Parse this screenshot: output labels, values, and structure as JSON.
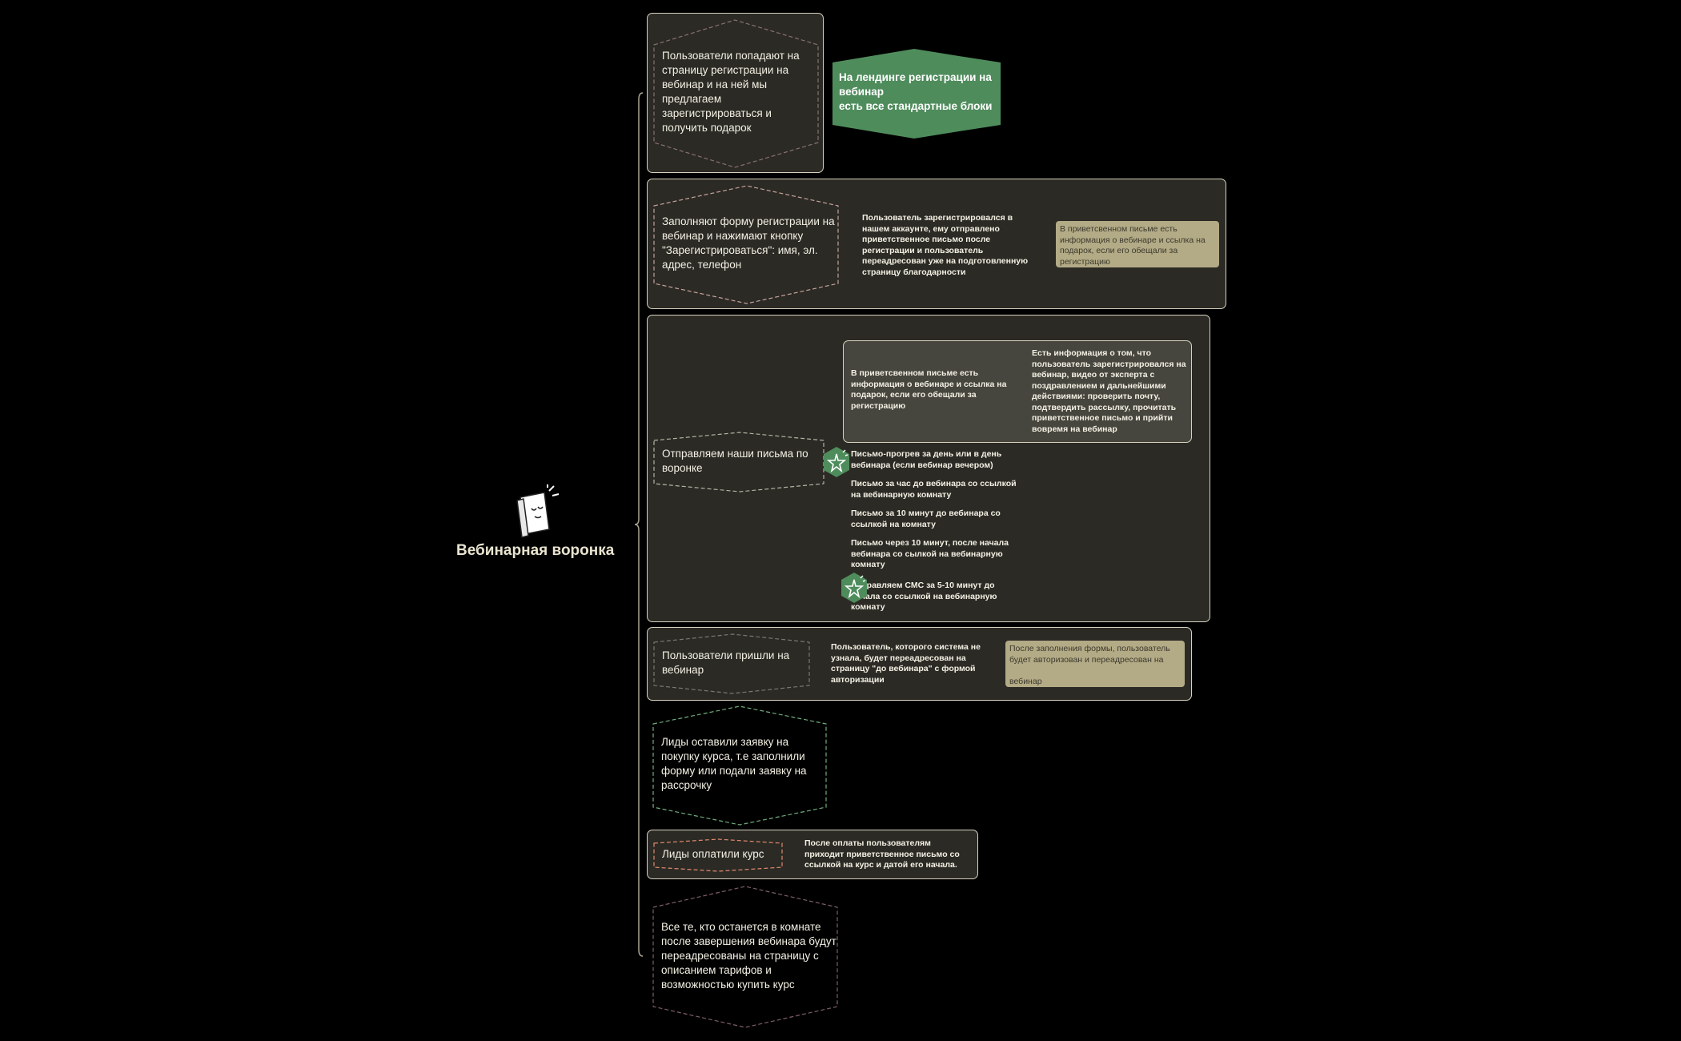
{
  "root": {
    "title": "Вебинарная воронка"
  },
  "nodes": {
    "n1": {
      "text": "Пользователи попадают на страницу регистрации на вебинар и на ней мы предлагаем зарегистрироваться и получить подарок",
      "side": "На лендинге регистрации на вебинар\nесть все стандартные блоки"
    },
    "n2": {
      "text": "Заполняют форму регистрации на вебинар и нажимают кнопку \"Зарегистрироваться\": имя, эл. адрес, телефон",
      "child": "Пользователь зарегистрировался в нашем аккаунте, ему отправлено приветственное письмо после регистрации и пользователь переадресован уже на подготовленную страницу благодарности",
      "note": "В приветсвенном письме есть информация о вебинаре и ссылка на подарок, если его обещали за регистрацию"
    },
    "n3": {
      "text": "Отправляем наши письма по воронке",
      "sub1": "В приветсвенном письме есть информация о вебинаре и ссылка на подарок, если его обещали за регистрацию",
      "sub1_child": "Есть информация о том, что пользователь зарегистрировался на вебинар, видео от эксперта с поздравлением и дальнейшими действиями: проверить почту, подтвердить рассылку, прочитать приветственное письмо и прийти вовремя на вебинар",
      "items": [
        "Письмо-прогрев за день или в день вебинара (если вебинар вечером)",
        "Письмо за час до вебинара со ссылкой на вебинарную комнату",
        "Письмо за 10 минут до вебинара со ссылкой на комнату",
        "Письмо через 10 минут, после начала вебинара со сылкой на вебинарную комнату",
        "Отправляем СМС за 5-10 минут до начала со ссылкой на вебинарную комнату"
      ]
    },
    "n4": {
      "text": "Пользователи пришли на вебинар",
      "child": "Пользователь, которого система не узнала, будет переадресован на страницу \"до вебинара\" с формой авторизации",
      "note": "После заполнения формы, пользователь будет авторизован и переадресован на\n\nвебинар"
    },
    "n5": {
      "text": "Лиды оставили заявку на покупку курса, т.е заполнили форму или подали заявку на рассрочку"
    },
    "n6": {
      "text": "Лиды оплатили курс",
      "child": "После оплаты пользователям приходит приветственное письмо со ссылкой на курс и датой его начала."
    },
    "n7": {
      "text": "Все те, кто останется в комнате после завершения вебинара будут переадресованы на страницу с описанием тарифов и возможностью купить курс"
    }
  },
  "colors": {
    "background": "#000000",
    "panel": "#2b2a25",
    "panel_border": "#d8d3bf",
    "green_node": "#4f8c5c",
    "note": "#b3aa86"
  },
  "icons": {
    "root": "document-character-icon",
    "marker": "sparkle-badge-icon"
  }
}
